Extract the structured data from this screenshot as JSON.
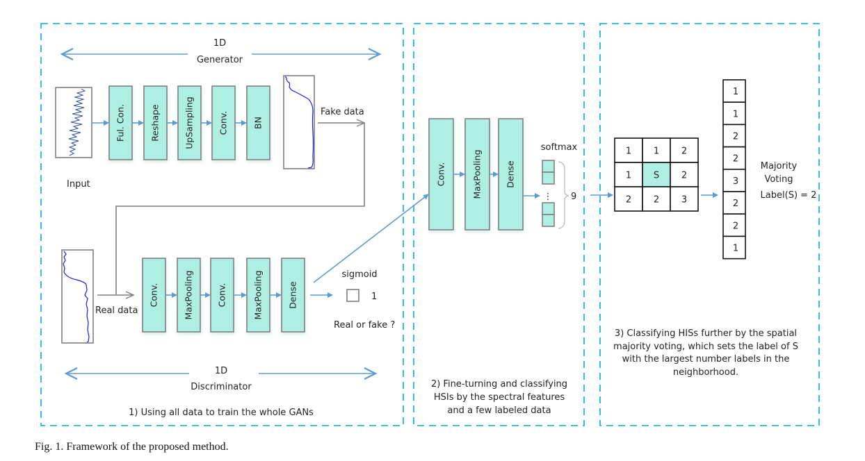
{
  "panel1": {
    "generator": {
      "top": "1D",
      "bottom": "Generator"
    },
    "generator_blocks": [
      "Ful. Con.",
      "Reshape",
      "UpSampling",
      "Conv.",
      "BN"
    ],
    "input_label": "Input",
    "fake_data_label": "Fake data",
    "real_data_label": "Real data",
    "discriminator_blocks": [
      "Conv.",
      "MaxPooling",
      "Conv.",
      "MaxPooling",
      "Dense"
    ],
    "sigmoid_label": "sigmoid",
    "sigmoid_units": "1",
    "real_or_fake_label": "Real or fake ?",
    "discriminator": {
      "top": "1D",
      "bottom": "Discriminator"
    },
    "caption": "1) Using all data to train the whole GANs"
  },
  "panel2": {
    "blocks": [
      "Conv.",
      "MaxPooling",
      "Dense"
    ],
    "softmax_label": "softmax",
    "ellipsis": "⋮",
    "num_classes": "9",
    "caption_lines": [
      "2) Fine-turning and classifying",
      "HSIs by the spectral features",
      "and a few labeled data"
    ]
  },
  "panel3": {
    "grid": [
      [
        "1",
        "1",
        "2"
      ],
      [
        "1",
        "S",
        "2"
      ],
      [
        "2",
        "2",
        "3"
      ]
    ],
    "column": [
      "1",
      "1",
      "2",
      "2",
      "3",
      "2",
      "2",
      "1"
    ],
    "majority_lines": [
      "Majority",
      "Voting"
    ],
    "label_result": "Label(S) = 2",
    "caption_lines": [
      "3) Classifying HISs further by the spatial",
      "majority voting, which sets the label of S",
      "with the largest number labels in the",
      "neighborhood."
    ]
  },
  "figure_caption": "Fig. 1. Framework of the proposed method."
}
